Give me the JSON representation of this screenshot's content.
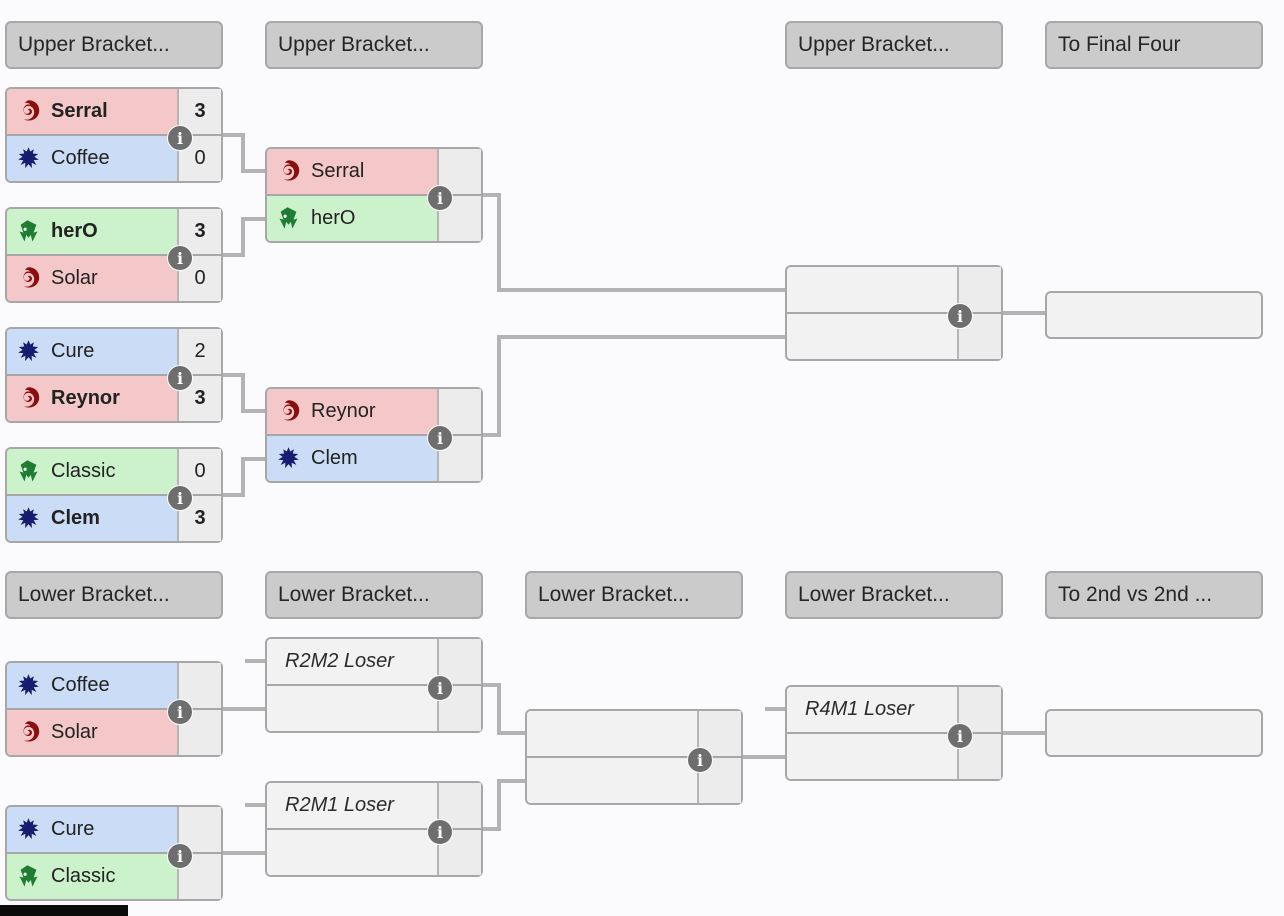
{
  "headers": {
    "upper": [
      {
        "label": "Upper Bracket..."
      },
      {
        "label": "Upper Bracket..."
      },
      {
        "label": "Upper Bracket..."
      },
      {
        "label": "To Final Four"
      }
    ],
    "lower": [
      {
        "label": "Lower Bracket..."
      },
      {
        "label": "Lower Bracket..."
      },
      {
        "label": "Lower Bracket..."
      },
      {
        "label": "Lower Bracket..."
      },
      {
        "label": "To 2nd vs 2nd ..."
      }
    ]
  },
  "icons": {
    "info": "i",
    "zerg": "zerg-race-icon",
    "terran": "terran-race-icon",
    "protoss": "protoss-race-icon"
  },
  "colors": {
    "zerg_row_bg": "#f4c8c8",
    "terran_row_bg": "#cbdcf7",
    "protoss_row_bg": "#ccf2cc",
    "zerg_icon": "#8a0e0e",
    "terran_icon": "#181c6e",
    "protoss_icon": "#1e7d32",
    "empty_row_bg": "#f2f2f2",
    "score_bg": "#ececec",
    "connector": "#b3b3b3",
    "header_bg": "#cbcbcb",
    "border": "#a7a7a7",
    "info_bg": "#6e6e6e"
  },
  "upper_bracket": {
    "round1": [
      {
        "p1": {
          "name": "Serral",
          "race": "zerg",
          "score": "3",
          "winner": true
        },
        "p2": {
          "name": "Coffee",
          "race": "terran",
          "score": "0",
          "winner": false
        }
      },
      {
        "p1": {
          "name": "herO",
          "race": "protoss",
          "score": "3",
          "winner": true
        },
        "p2": {
          "name": "Solar",
          "race": "zerg",
          "score": "0",
          "winner": false
        }
      },
      {
        "p1": {
          "name": "Cure",
          "race": "terran",
          "score": "2",
          "winner": false
        },
        "p2": {
          "name": "Reynor",
          "race": "zerg",
          "score": "3",
          "winner": true
        }
      },
      {
        "p1": {
          "name": "Classic",
          "race": "protoss",
          "score": "0",
          "winner": false
        },
        "p2": {
          "name": "Clem",
          "race": "terran",
          "score": "3",
          "winner": true
        }
      }
    ],
    "round2": [
      {
        "p1": {
          "name": "Serral",
          "race": "zerg",
          "score": ""
        },
        "p2": {
          "name": "herO",
          "race": "protoss",
          "score": ""
        }
      },
      {
        "p1": {
          "name": "Reynor",
          "race": "zerg",
          "score": ""
        },
        "p2": {
          "name": "Clem",
          "race": "terran",
          "score": ""
        }
      }
    ],
    "final": {
      "p1": {
        "name": "",
        "score": ""
      },
      "p2": {
        "name": "",
        "score": ""
      }
    }
  },
  "lower_bracket": {
    "round1": [
      {
        "p1": {
          "name": "Coffee",
          "race": "terran",
          "score": ""
        },
        "p2": {
          "name": "Solar",
          "race": "zerg",
          "score": ""
        }
      },
      {
        "p1": {
          "name": "Cure",
          "race": "terran",
          "score": ""
        },
        "p2": {
          "name": "Classic",
          "race": "protoss",
          "score": ""
        }
      }
    ],
    "round2": [
      {
        "p1": {
          "name": "R2M2 Loser",
          "placeholder": true,
          "score": ""
        },
        "p2": {
          "name": "",
          "score": ""
        }
      },
      {
        "p1": {
          "name": "R2M1 Loser",
          "placeholder": true,
          "score": ""
        },
        "p2": {
          "name": "",
          "score": ""
        }
      }
    ],
    "round3": {
      "p1": {
        "name": "",
        "score": ""
      },
      "p2": {
        "name": "",
        "score": ""
      }
    },
    "round4": {
      "p1": {
        "name": "R4M1 Loser",
        "placeholder": true,
        "score": ""
      },
      "p2": {
        "name": "",
        "score": ""
      }
    }
  }
}
